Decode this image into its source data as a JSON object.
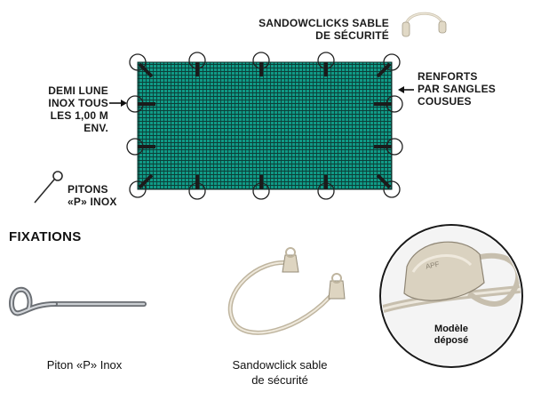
{
  "labels": {
    "sandowclicks_top": [
      "SANDOWCLICKS SABLE",
      "DE SÉCURITÉ"
    ],
    "demi_lune": [
      "DEMI LUNE",
      "INOX TOUS",
      "LES 1,00 M",
      "ENV."
    ],
    "renforts": [
      "RENFORTS",
      "PAR SANGLES",
      "COUSUES"
    ],
    "pitons_small": [
      "PITONS",
      "«P» INOX"
    ]
  },
  "heading": "FIXATIONS",
  "captions": {
    "piton": "Piton «P» Inox",
    "sandowclick": [
      "Sandowclick sable",
      "de sécurité"
    ],
    "modele": [
      "Modèle",
      "déposé"
    ]
  },
  "inset_marking": "APF",
  "colors": {
    "cover": "#109a86",
    "grid": "#0c3f38",
    "strap": "#1b1b1b",
    "cord": "#e4dcca",
    "steel": "#8c9096"
  }
}
